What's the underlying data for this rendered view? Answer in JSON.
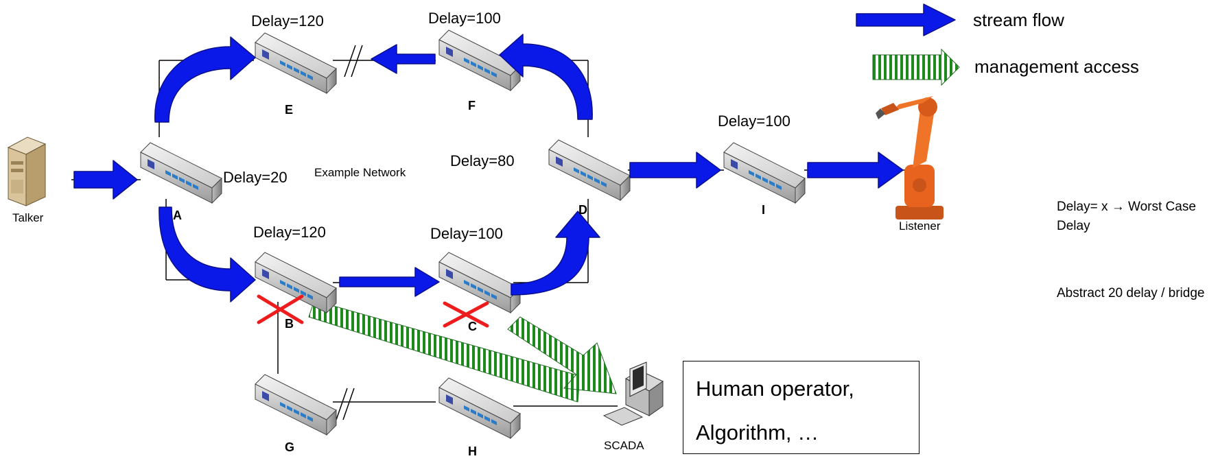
{
  "legend": {
    "stream_flow": "stream flow",
    "management_access": "management access"
  },
  "title": "Example Network",
  "talker": {
    "label": "Talker"
  },
  "listener": {
    "label": "Listener"
  },
  "scada": {
    "label": "SCADA"
  },
  "bridges": {
    "A": {
      "name": "A",
      "delay": "Delay=20"
    },
    "B": {
      "name": "B",
      "delay": "Delay=120"
    },
    "C": {
      "name": "C",
      "delay": "Delay=100"
    },
    "D": {
      "name": "D",
      "delay": "Delay=80"
    },
    "E": {
      "name": "E",
      "delay": "Delay=120"
    },
    "F": {
      "name": "F",
      "delay": "Delay=100"
    },
    "G": {
      "name": "G"
    },
    "H": {
      "name": "H"
    },
    "I": {
      "name": "I",
      "delay": "Delay=100"
    }
  },
  "notes": {
    "worst_case": "Delay= x → Worst Case Delay",
    "abstract": "Abstract 20 delay / bridge"
  },
  "operator_box": {
    "line1": "Human operator,",
    "line2": "Algorithm, …"
  },
  "colors": {
    "stream": "#0a18e8",
    "stream_stroke": "#0a0f8a",
    "management": "#1e8a1e",
    "failure": "#ee1c1c",
    "robot": "#e8641e"
  }
}
